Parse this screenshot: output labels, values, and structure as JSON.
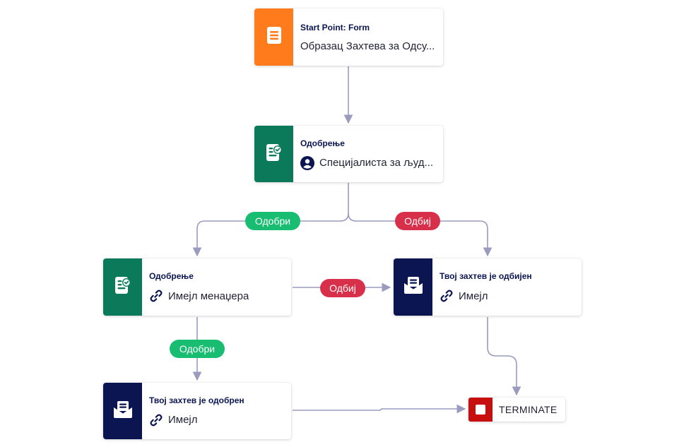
{
  "colors": {
    "form": "#ff7b1c",
    "approval": "#0b7a5b",
    "email": "#0a1551",
    "approve_pill": "#18bd72",
    "reject_pill": "#d8304a",
    "terminate": "#c80f0f",
    "connector": "#9a9bbf"
  },
  "nodes": {
    "start": {
      "title": "Start Point: Form",
      "subtitle": "Образац Захтева за Одсу...",
      "icon": "form-icon"
    },
    "approval_hr": {
      "title": "Одобрење",
      "subtitle": "Специјалиста за људ...",
      "icon": "approval-icon",
      "sub_icon": "user-icon"
    },
    "approval_manager": {
      "title": "Одобрење",
      "subtitle": "Имејл менаџера",
      "icon": "approval-icon",
      "sub_icon": "link-icon"
    },
    "email_rejected": {
      "title": "Твој захтев је одбијен",
      "subtitle": "Имејл",
      "icon": "email-icon",
      "sub_icon": "link-icon"
    },
    "email_approved": {
      "title": "Твој захтев је одобрен",
      "subtitle": "Имејл",
      "icon": "email-icon",
      "sub_icon": "link-icon"
    },
    "terminate": {
      "label": "TERMINATE"
    }
  },
  "edge_labels": {
    "approve_1": "Одобри",
    "reject_1": "Одбиј",
    "reject_2": "Одбиј",
    "approve_2": "Одобри"
  }
}
